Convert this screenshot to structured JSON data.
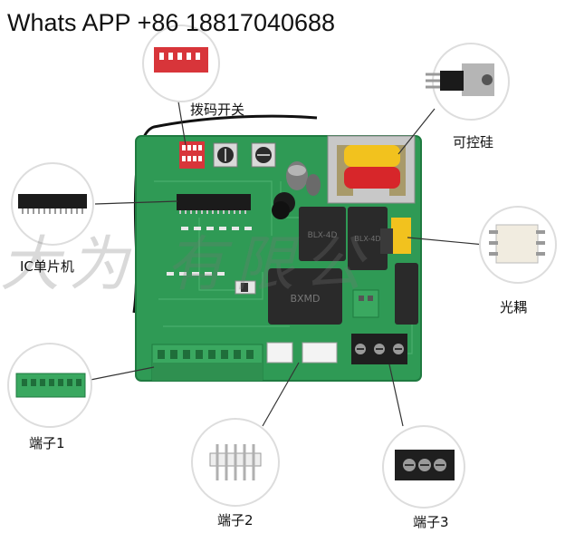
{
  "header": {
    "contact": "Whats APP +86 18817040688"
  },
  "watermark": {
    "text": "大为 有限公"
  },
  "callouts": {
    "dip_switch": "拨码开关",
    "thyristor": "可控硅",
    "mcu": "IC单片机",
    "optocoupler": "光耦",
    "terminal1": "端子1",
    "terminal2": "端子2",
    "terminal3": "端子3"
  },
  "board_print": {
    "relay_a": "BXMD",
    "relay_b": "BLX-4D",
    "relay_c": "BLX-4D"
  },
  "colors": {
    "pcb": "#2f9a55",
    "pcb_dark": "#1f7a40",
    "terminal_green": "#3aa860",
    "relay": "#2a2a2a",
    "transformer_yellow": "#f2c21e",
    "transformer_red": "#d7262a"
  }
}
